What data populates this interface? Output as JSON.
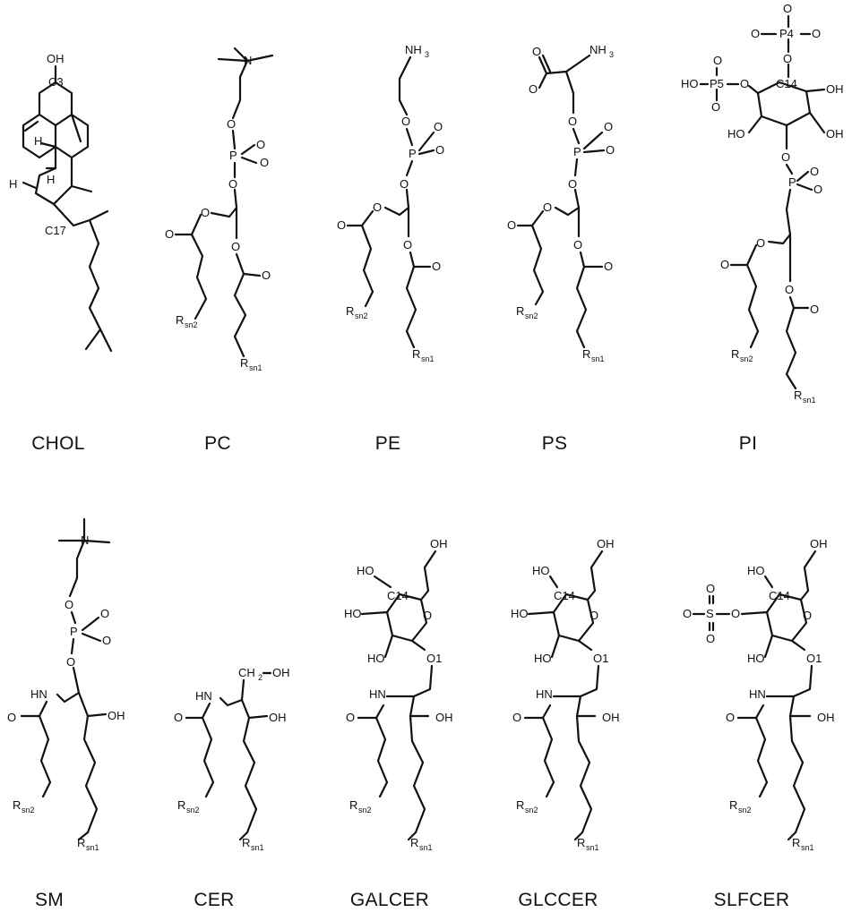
{
  "lipids": [
    {
      "name": "CHOL",
      "labels": {
        "oh": "OH",
        "c3": "C3",
        "c17": "C17",
        "h1": "H",
        "h2": "H",
        "h3": "H"
      }
    },
    {
      "name": "PC",
      "labels": {
        "n": "N",
        "o1": "O",
        "o2": "O",
        "o3": "O",
        "o4": "O",
        "p": "P",
        "pom": "O",
        "poo": "O",
        "carb1": "O",
        "carb2": "O",
        "r2": "R",
        "r2s": "sn2",
        "r1": "R",
        "r1s": "sn1"
      }
    },
    {
      "name": "PE",
      "labels": {
        "nh3": "NH",
        "nh3s": "3",
        "o1": "O",
        "o2": "O",
        "o3": "O",
        "o4": "O",
        "p": "P",
        "pom": "O",
        "poo": "O",
        "carb1": "O",
        "carb2": "O",
        "r2": "R",
        "r2s": "sn2",
        "r1": "R",
        "r1s": "sn1"
      }
    },
    {
      "name": "PS",
      "labels": {
        "nh3": "NH",
        "nh3s": "3",
        "co1": "O",
        "co2": "O",
        "o1": "O",
        "o2": "O",
        "o3": "O",
        "o4": "O",
        "p": "P",
        "pom": "O",
        "poo": "O",
        "carb1": "O",
        "carb2": "O",
        "r2": "R",
        "r2s": "sn2",
        "r1": "R",
        "r1s": "sn1"
      }
    },
    {
      "name": "PI",
      "labels": {
        "o4top": "O",
        "o4l": "O",
        "p4": "P4",
        "o4r": "O",
        "o4b": "O",
        "ho5": "HO",
        "p5": "P5",
        "o5b": "O",
        "o5t": "O",
        "o5r": "O",
        "c14": "C14",
        "oh1": "OH",
        "ho2": "HO",
        "oh3": "OH",
        "p": "P",
        "pom": "O",
        "poo": "O",
        "o3": "O",
        "o4": "O",
        "carb1": "O",
        "carb2": "O",
        "r2": "R",
        "r2s": "sn2",
        "r1": "R",
        "r1s": "sn1"
      }
    },
    {
      "name": "SM",
      "labels": {
        "n": "N",
        "o1": "O",
        "o2": "O",
        "p": "P",
        "pom": "O",
        "poo": "O",
        "hn": "HN",
        "oh": "OH",
        "carb": "O",
        "r2": "R",
        "r2s": "sn2",
        "r1": "R",
        "r1s": "sn1"
      }
    },
    {
      "name": "CER",
      "labels": {
        "ch2oh": "CH",
        "ch2ohs": "2",
        "ch2oh2": "OH",
        "hn": "HN",
        "oh": "OH",
        "carb": "O",
        "r2": "R",
        "r2s": "sn2",
        "r1": "R",
        "r1s": "sn1"
      }
    },
    {
      "name": "GALCER",
      "labels": {
        "oh6": "OH",
        "ho4": "HO",
        "c14": "C14",
        "ho3": "HO",
        "oring": "O",
        "ho2": "HO",
        "o1": "O1",
        "hn": "HN",
        "oh": "OH",
        "carb": "O",
        "r2": "R",
        "r2s": "sn2",
        "r1": "R",
        "r1s": "sn1"
      }
    },
    {
      "name": "GLCCER",
      "labels": {
        "oh6": "OH",
        "ho4": "HO",
        "c14": "C14",
        "ho3": "HO",
        "oring": "O",
        "ho2": "HO",
        "o1": "O1",
        "hn": "HN",
        "oh": "OH",
        "carb": "O",
        "r2": "R",
        "r2s": "sn2",
        "r1": "R",
        "r1s": "sn1"
      }
    },
    {
      "name": "SLFCER",
      "labels": {
        "oh6": "OH",
        "ho4": "HO",
        "c14": "C14",
        "so": "O",
        "s": "S",
        "sot": "O",
        "sob": "O",
        "so3": "O",
        "oring": "O",
        "ho2": "HO",
        "o1": "O1",
        "hn": "HN",
        "oh": "OH",
        "carb": "O",
        "r2": "R",
        "r2s": "sn2",
        "r1": "R",
        "r1s": "sn1"
      }
    }
  ]
}
